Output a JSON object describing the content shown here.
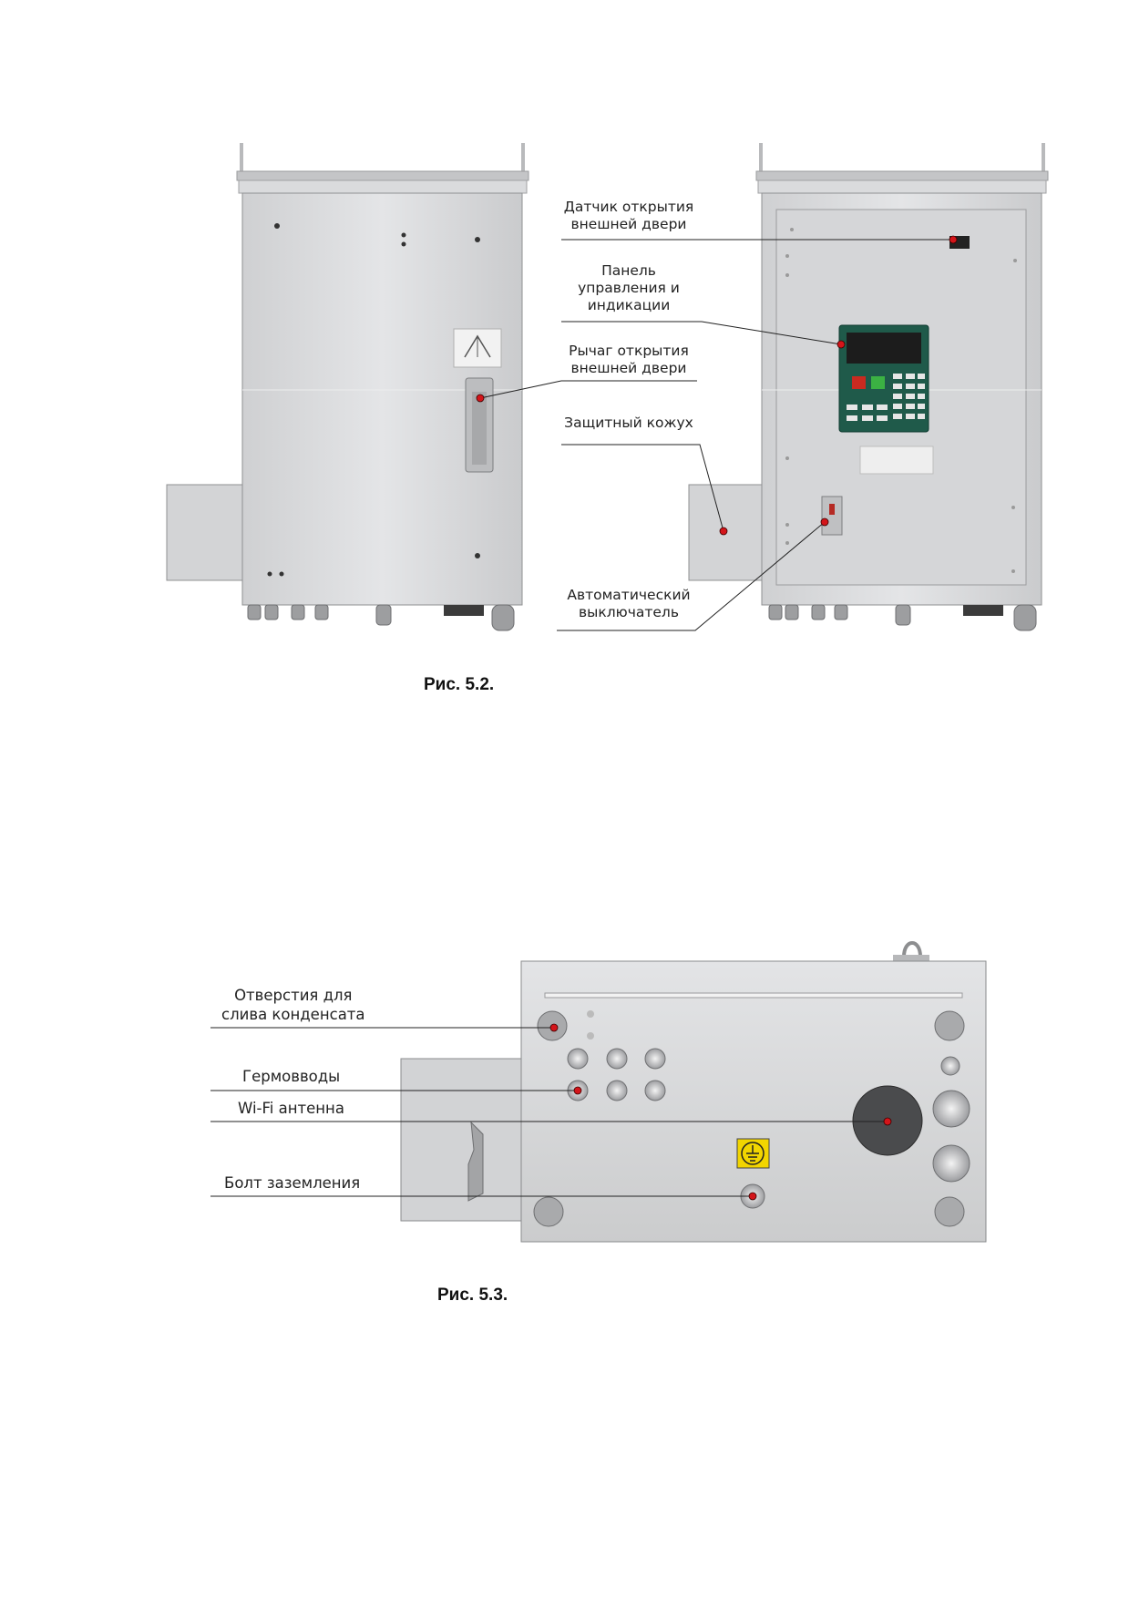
{
  "figure_5_2": {
    "caption": "Рис. 5.2.",
    "callouts": {
      "door_sensor": [
        "Датчик открытия",
        "внешней двери"
      ],
      "control_panel": [
        "Панель",
        "управления и",
        "индикации"
      ],
      "door_lever": [
        "Рычаг открытия",
        "внешней двери"
      ],
      "protective_cover": [
        "Защитный кожух"
      ],
      "circuit_breaker": [
        "Автоматический",
        "выключатель"
      ]
    }
  },
  "figure_5_3": {
    "caption": "Рис. 5.3.",
    "callouts": {
      "drain_holes": [
        "Отверстия для",
        "слива конденсата"
      ],
      "cable_glands": "Гермовводы",
      "wifi_antenna": "Wi-Fi антенна",
      "ground_bolt": "Болт заземления"
    }
  },
  "colors": {
    "marker": "#d3151a",
    "enclosure": "#d8d9db",
    "panel": "#1f5a4a",
    "leader": "#222222"
  }
}
